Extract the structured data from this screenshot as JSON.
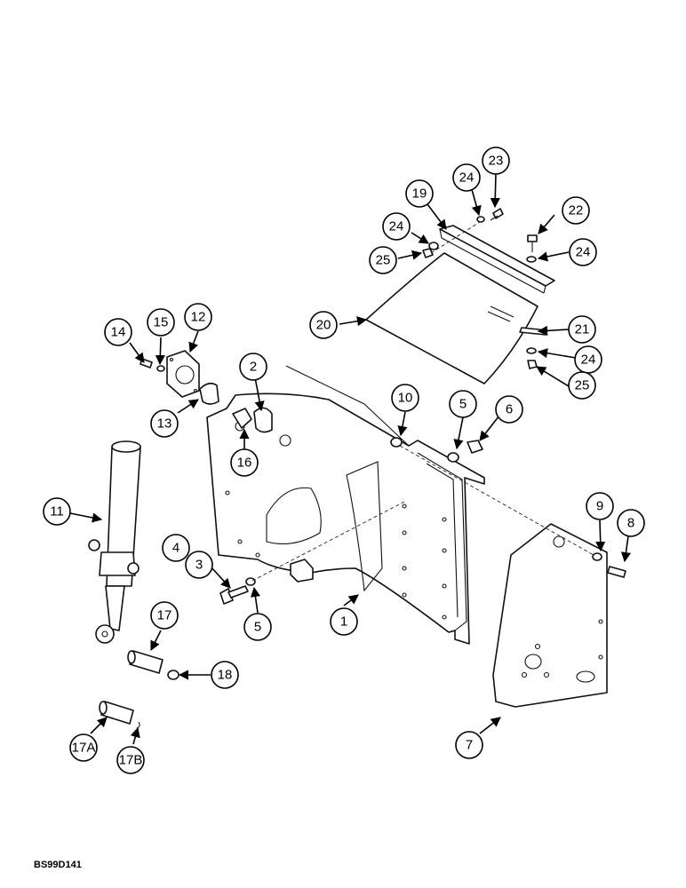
{
  "figure_code": "BS99D141",
  "callouts": {
    "c1": "1",
    "c2": "2",
    "c3": "3",
    "c4": "4",
    "c5a": "5",
    "c5b": "5",
    "c6": "6",
    "c7": "7",
    "c8": "8",
    "c9": "9",
    "c10": "10",
    "c11": "11",
    "c12": "12",
    "c13": "13",
    "c14": "14",
    "c15": "15",
    "c16": "16",
    "c17": "17",
    "c17a": "17A",
    "c17b": "17B",
    "c18": "18",
    "c19": "19",
    "c20": "20",
    "c21": "21",
    "c22": "22",
    "c23": "23",
    "c24a": "24",
    "c24b": "24",
    "c24c": "24",
    "c24d": "24",
    "c25a": "25",
    "c25b": "25"
  }
}
